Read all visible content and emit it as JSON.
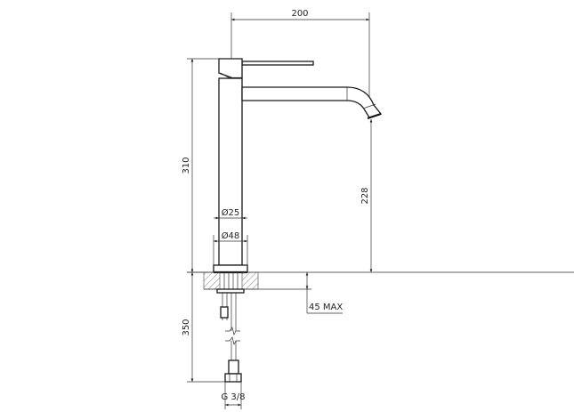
{
  "drawing": {
    "subject": "Tall single-lever basin mixer faucet - technical side elevation",
    "dimensions": {
      "spout_reach": "200",
      "total_height": "310",
      "spout_outlet_height": "228",
      "body_diameter": "Ø25",
      "base_diameter": "Ø48",
      "max_counter_thickness": "45 MAX",
      "hose_length": "350",
      "hose_connection": "G 3/8"
    },
    "colors": {
      "line": "#1a1a1a",
      "dimension_line": "#333333",
      "background": "#ffffff",
      "hatch": "#555555"
    }
  }
}
